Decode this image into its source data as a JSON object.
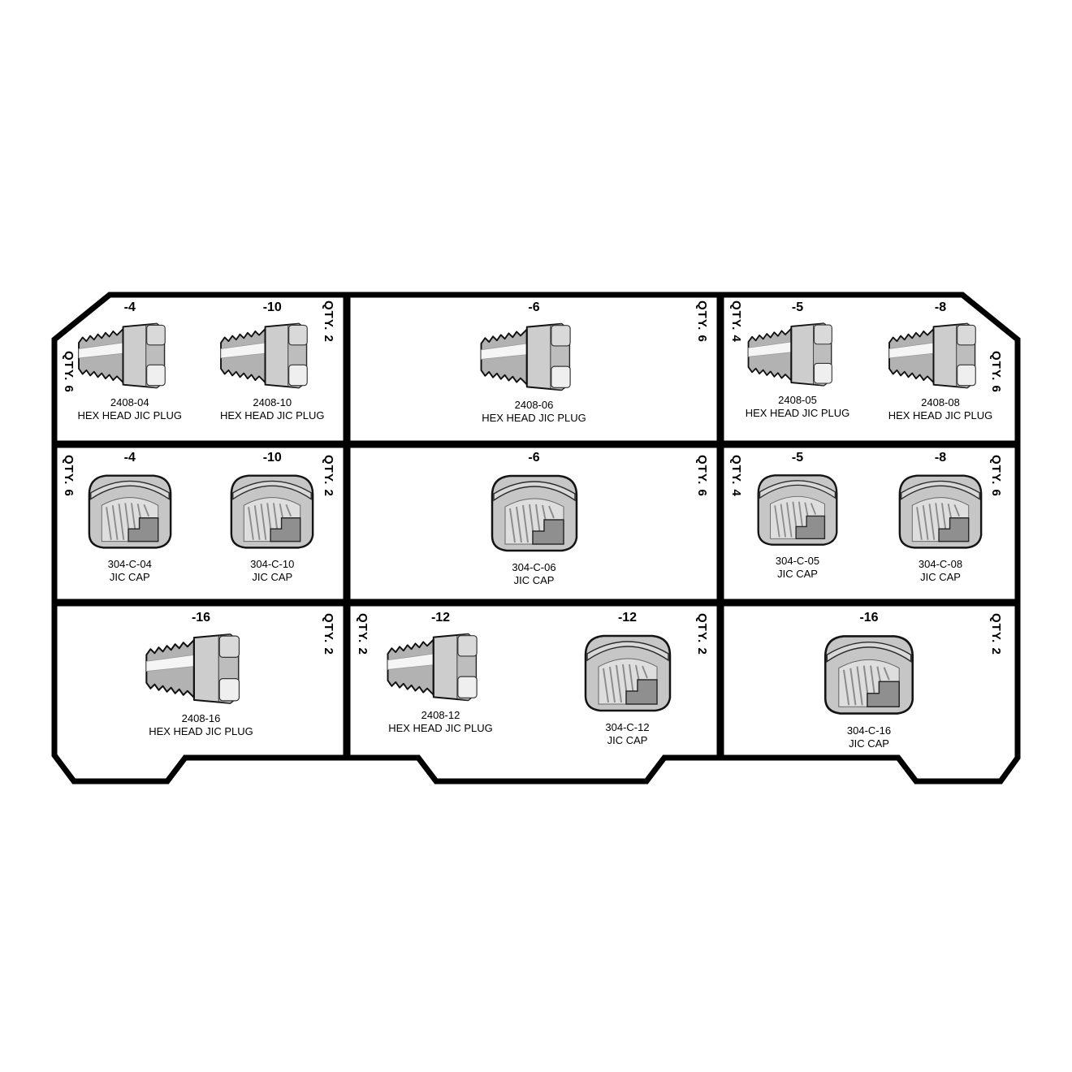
{
  "colors": {
    "outline": "#000000",
    "fill_light": "#e9e9e9",
    "fill_mid": "#c6c6c6",
    "fill_dark": "#8f8f8f",
    "background": "#ffffff"
  },
  "cells": [
    {
      "qty_left": "QTY. 6",
      "qty_right": "QTY. 2",
      "items": [
        {
          "size": "-4",
          "part_number": "2408-04",
          "description": "HEX HEAD JIC PLUG",
          "type": "plug"
        },
        {
          "size": "-10",
          "part_number": "2408-10",
          "description": "HEX HEAD JIC PLUG",
          "type": "plug"
        }
      ]
    },
    {
      "qty_right": "QTY. 6",
      "items": [
        {
          "size": "-6",
          "part_number": "2408-06",
          "description": "HEX HEAD JIC PLUG",
          "type": "plug"
        }
      ]
    },
    {
      "qty_left": "QTY. 4",
      "qty_right": "QTY. 6",
      "items": [
        {
          "size": "-5",
          "part_number": "2408-05",
          "description": "HEX HEAD JIC PLUG",
          "type": "plug"
        },
        {
          "size": "-8",
          "part_number": "2408-08",
          "description": "HEX HEAD JIC PLUG",
          "type": "plug"
        }
      ]
    },
    {
      "qty_left": "QTY. 6",
      "qty_right": "QTY. 2",
      "items": [
        {
          "size": "-4",
          "part_number": "304-C-04",
          "description": "JIC CAP",
          "type": "cap"
        },
        {
          "size": "-10",
          "part_number": "304-C-10",
          "description": "JIC CAP",
          "type": "cap"
        }
      ]
    },
    {
      "qty_right": "QTY. 6",
      "items": [
        {
          "size": "-6",
          "part_number": "304-C-06",
          "description": "JIC CAP",
          "type": "cap"
        }
      ]
    },
    {
      "qty_left": "QTY. 4",
      "qty_right": "QTY. 6",
      "items": [
        {
          "size": "-5",
          "part_number": "304-C-05",
          "description": "JIC CAP",
          "type": "cap"
        },
        {
          "size": "-8",
          "part_number": "304-C-08",
          "description": "JIC CAP",
          "type": "cap"
        }
      ]
    },
    {
      "qty_right": "QTY. 2",
      "items": [
        {
          "size": "-16",
          "part_number": "2408-16",
          "description": "HEX HEAD JIC PLUG",
          "type": "plug"
        }
      ]
    },
    {
      "qty_left": "QTY. 2",
      "qty_right": "QTY. 2",
      "items": [
        {
          "size": "-12",
          "part_number": "2408-12",
          "description": "HEX HEAD JIC PLUG",
          "type": "plug"
        },
        {
          "size": "-12",
          "part_number": "304-C-12",
          "description": "JIC CAP",
          "type": "cap"
        }
      ]
    },
    {
      "qty_right": "QTY. 2",
      "items": [
        {
          "size": "-16",
          "part_number": "304-C-16",
          "description": "JIC CAP",
          "type": "cap"
        }
      ]
    }
  ]
}
